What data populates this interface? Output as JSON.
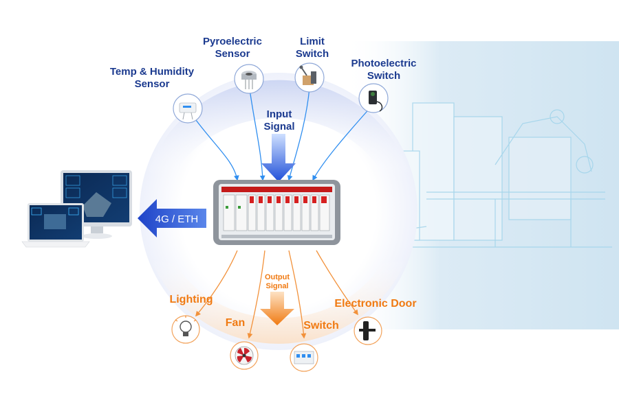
{
  "inputs": {
    "temp_humidity": [
      "Temp & Humidity",
      "Sensor"
    ],
    "pyroelectric": [
      "Pyroelectric",
      "Sensor"
    ],
    "limit_switch": [
      "Limit",
      "Switch"
    ],
    "photoelectric": [
      "Photoelectric",
      "Switch"
    ]
  },
  "input_signal": [
    "Input",
    "Signal"
  ],
  "output_signal": [
    "Output",
    "Signal"
  ],
  "link_label": "4G / ETH",
  "outputs": {
    "lighting": "Lighting",
    "fan": "Fan",
    "switch": "Switch",
    "electronic_door": "Electronic Door"
  },
  "colors": {
    "input": "#1b3a8f",
    "output": "#f07a12",
    "arrow_blue": "#1f4fd8",
    "line_blue": "#2f8ef0",
    "line_orange": "#f2913a"
  }
}
